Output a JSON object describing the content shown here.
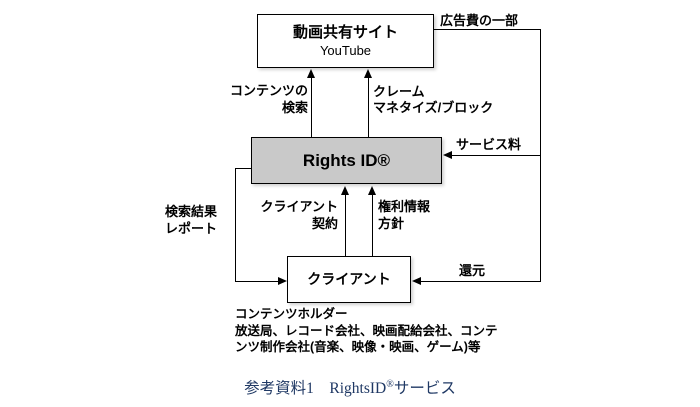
{
  "diagram": {
    "boxes": {
      "video_site": {
        "title": "動画共有サイト",
        "subtitle": "YouTube"
      },
      "rights_id": {
        "label": "Rights ID®"
      },
      "client": {
        "label": "クライアント"
      }
    },
    "labels": {
      "ad_fee": "広告費の一部",
      "content_search": "コンテンツの\n検索",
      "claim": "クレーム\nマネタイズ/ブロック",
      "service_fee": "サービス料",
      "search_report": "検索結果\nレポート",
      "client_contract": "クライアント\n契約",
      "rights_info": "権利情報\n方針",
      "return": "還元",
      "content_holder": "コンテンツホルダー\n放送局、レコード会社、映画配給会社、コンテ\nンツ制作会社(音楽、映像・映画、ゲーム)等"
    },
    "caption": {
      "left": "参考資料1　RightsID",
      "reg_mark": "®",
      "right": "サービス"
    },
    "colors": {
      "rights_box_fill": "#c9c9c9",
      "line": "#000000",
      "caption_text": "#1f3864",
      "background": "#ffffff"
    }
  }
}
